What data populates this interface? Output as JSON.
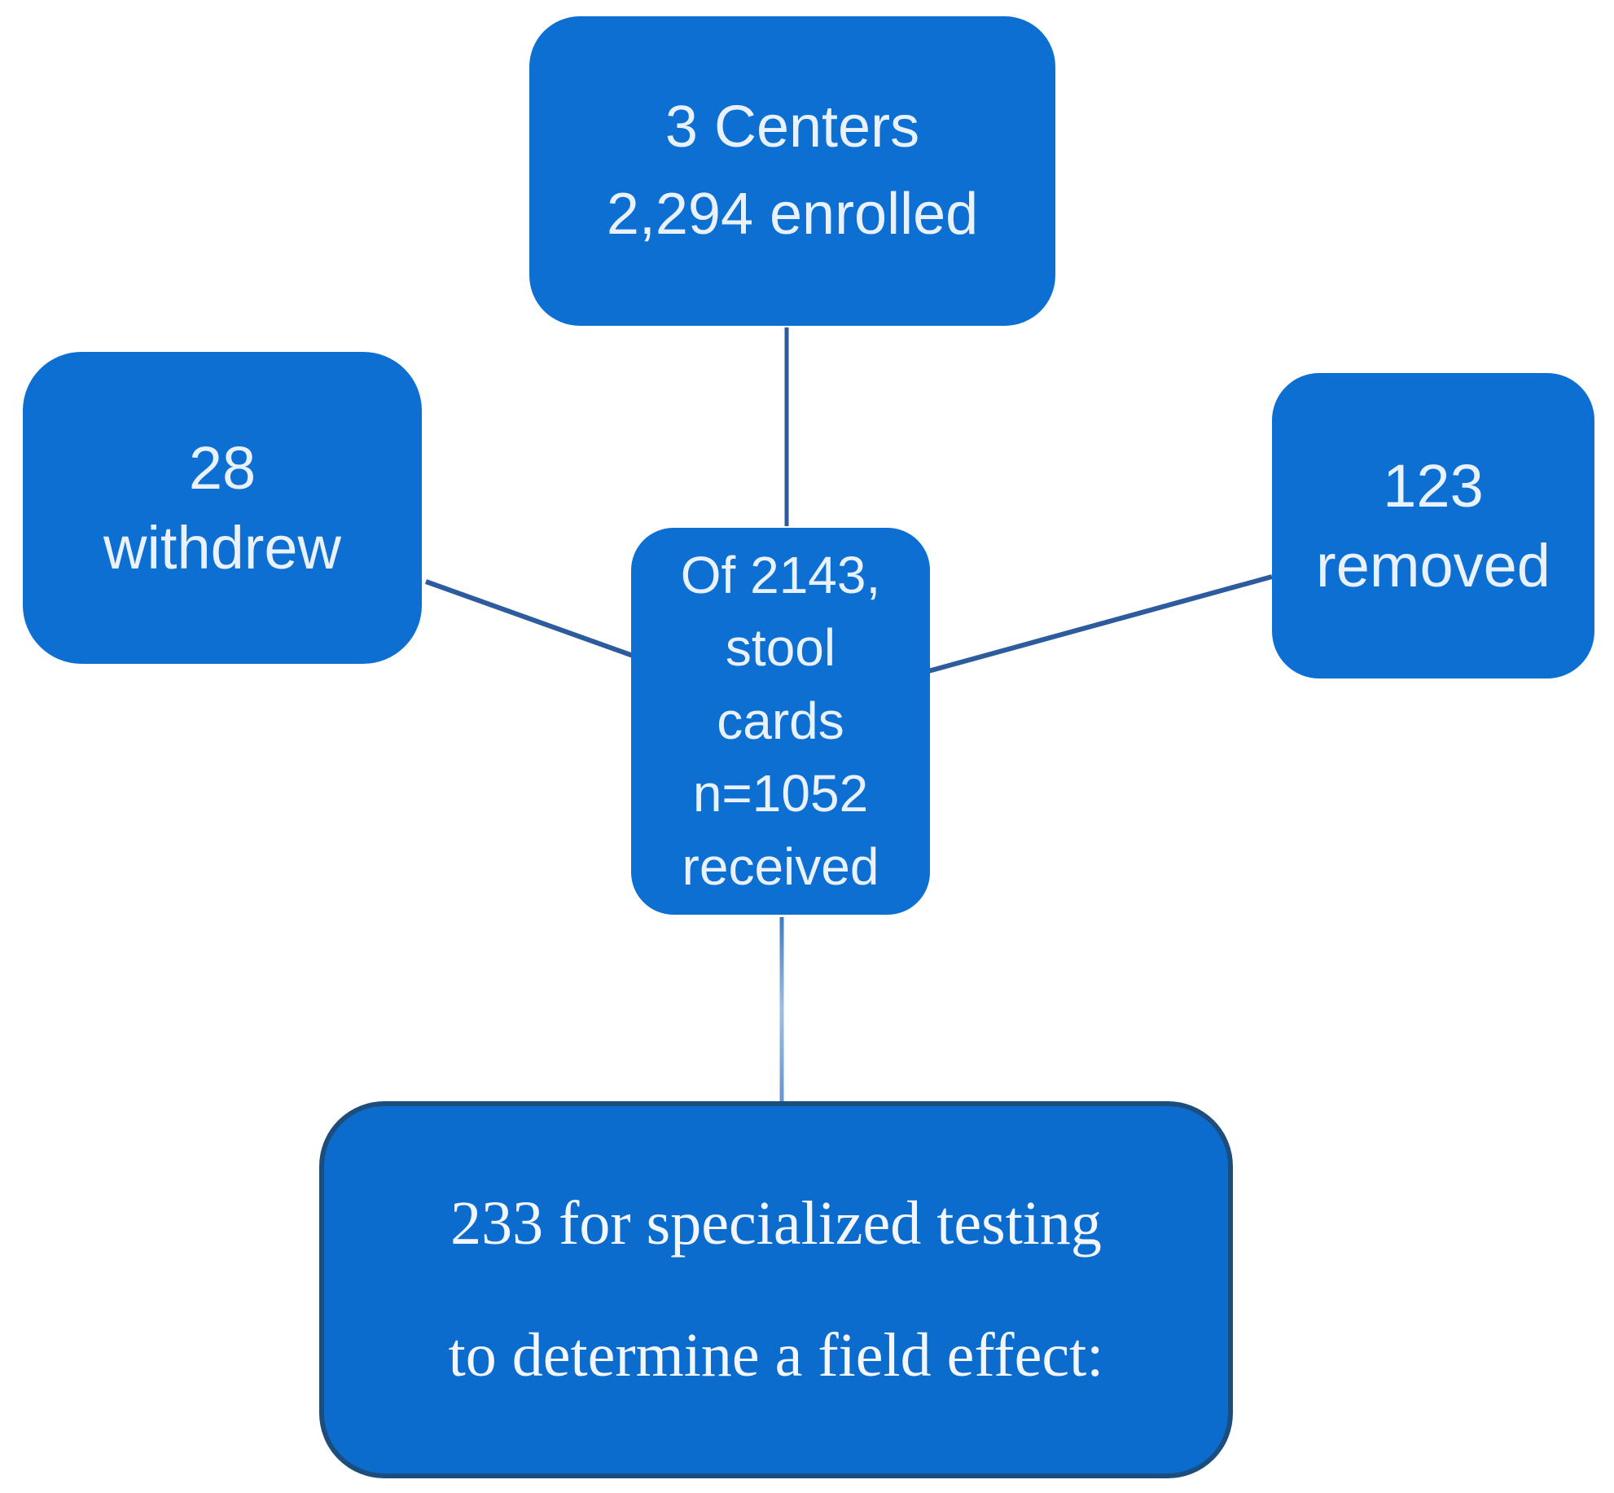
{
  "diagram": {
    "type": "flowchart",
    "boxes": {
      "top": {
        "line1": "3 Centers",
        "line2": "2,294 enrolled"
      },
      "left": {
        "line1": "28",
        "line2": "withdrew"
      },
      "right": {
        "line1": "123",
        "line2": "removed"
      },
      "center": {
        "line1": "Of 2143,",
        "line2": "stool",
        "line3": "cards",
        "line4": "n=1052",
        "line5": "received"
      },
      "bottom": {
        "line1": "233 for specialized testing",
        "line2": "to determine a field effect:"
      }
    },
    "edges": [
      {
        "from": "top",
        "to": "center"
      },
      {
        "from": "left",
        "to": "center"
      },
      {
        "from": "right",
        "to": "center"
      },
      {
        "from": "center",
        "to": "bottom"
      }
    ],
    "colors": {
      "box_fill": "#0d6fd2",
      "bottom_box_fill": "#0c6ccd",
      "bottom_box_border": "#1d4d7c",
      "box_text": "#e9f2fc",
      "connector_dark": "#2d5c9e",
      "connector_light_top": "#3d7bc0",
      "connector_light_mid": "#9dbfe2",
      "connector_light_bottom": "#6697cf"
    }
  }
}
